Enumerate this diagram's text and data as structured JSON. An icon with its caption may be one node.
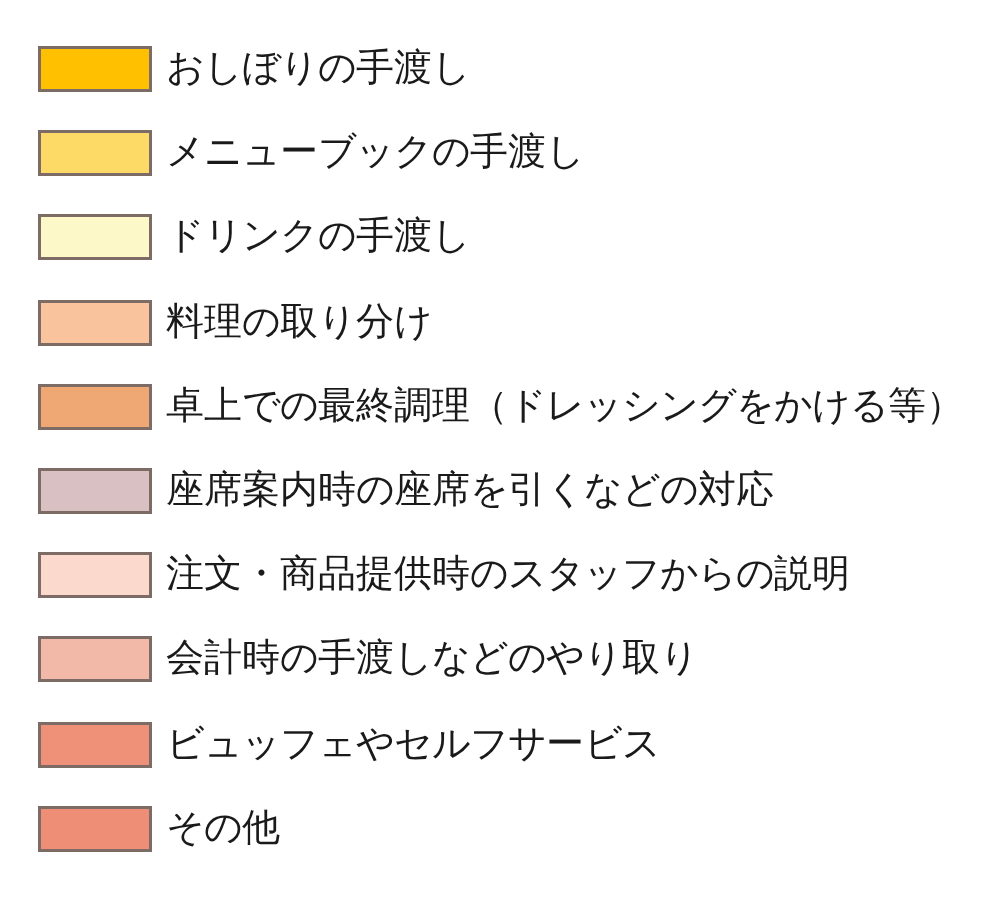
{
  "diagram": {
    "legend": [
      {
        "text": "おしぼりの手渡し",
        "color": "#ffc000"
      },
      {
        "text": "メニューブックの手渡し",
        "color": "#fdd966"
      },
      {
        "text": "ドリンクの手渡し",
        "color": "#fcf8c8"
      },
      {
        "text": "料理の取り分け",
        "color": "#f9c39e"
      },
      {
        "text": "卓上での最終調理（ドレッシングをかける等）",
        "color": "#efa874"
      },
      {
        "text": "座席案内時の座席を引くなどの対応",
        "color": "#d8c0c3"
      },
      {
        "text": "注文・商品提供時のスタッフからの説明",
        "color": "#fbd9cd"
      },
      {
        "text": "会計時の手渡しなどのやり取り",
        "color": "#f2b8a8"
      },
      {
        "text": "ビュッフェやセルフサービス",
        "color": "#ef9079"
      },
      {
        "text": "その他",
        "color": "#ee8e76"
      }
    ]
  }
}
